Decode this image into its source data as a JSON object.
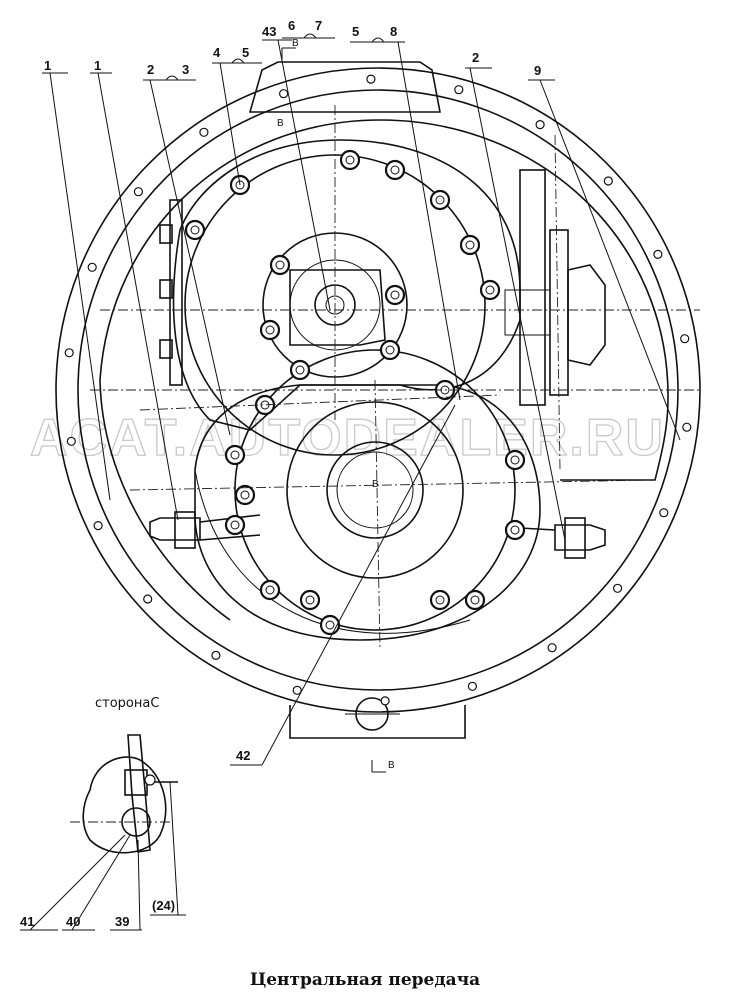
{
  "callouts": {
    "c1a": "1",
    "c1b": "1",
    "c2a": "2",
    "c3": "3",
    "c4": "4",
    "c5a": "5",
    "c43": "43",
    "c6": "6",
    "c7": "7",
    "c5b": "5",
    "c8": "8",
    "c2b": "2",
    "c9": "9",
    "c42": "42",
    "c41": "41",
    "c40": "40",
    "c39": "39",
    "c24": "(24)"
  },
  "section_marks": {
    "top_b": "B",
    "mark_b1": "B",
    "center_b": "B",
    "bottom_b": "B"
  },
  "detail": {
    "side_label": "сторонаС"
  },
  "caption": "Центральная передача",
  "watermark": "ACAT.AUTODEALER.RU"
}
